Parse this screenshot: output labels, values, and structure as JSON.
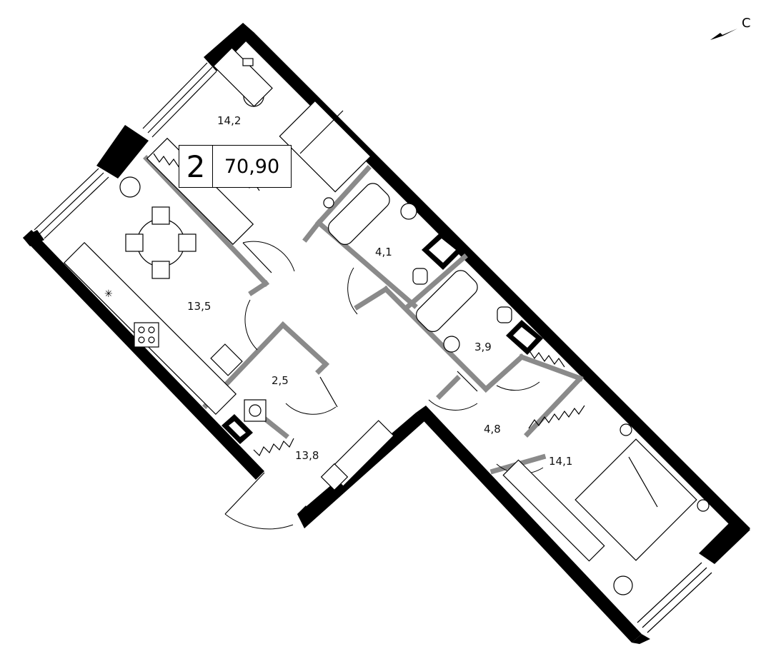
{
  "apartment": {
    "rooms": "2",
    "area": "70,90"
  },
  "compass": {
    "north_label": "С",
    "icon": "north-arrow-icon"
  },
  "rooms": [
    {
      "key": "bedroom_top",
      "area": "14,2"
    },
    {
      "key": "kitchen",
      "area": "13,5"
    },
    {
      "key": "bath_1",
      "area": "4,1"
    },
    {
      "key": "bath_2",
      "area": "3,9"
    },
    {
      "key": "storage",
      "area": "2,5"
    },
    {
      "key": "corridor",
      "area": "4,8"
    },
    {
      "key": "hall",
      "area": "13,8"
    },
    {
      "key": "bedroom_bottom",
      "area": "14,1"
    }
  ],
  "colors": {
    "wall": "#000000",
    "partition": "#8a8a8a",
    "background": "#ffffff"
  }
}
